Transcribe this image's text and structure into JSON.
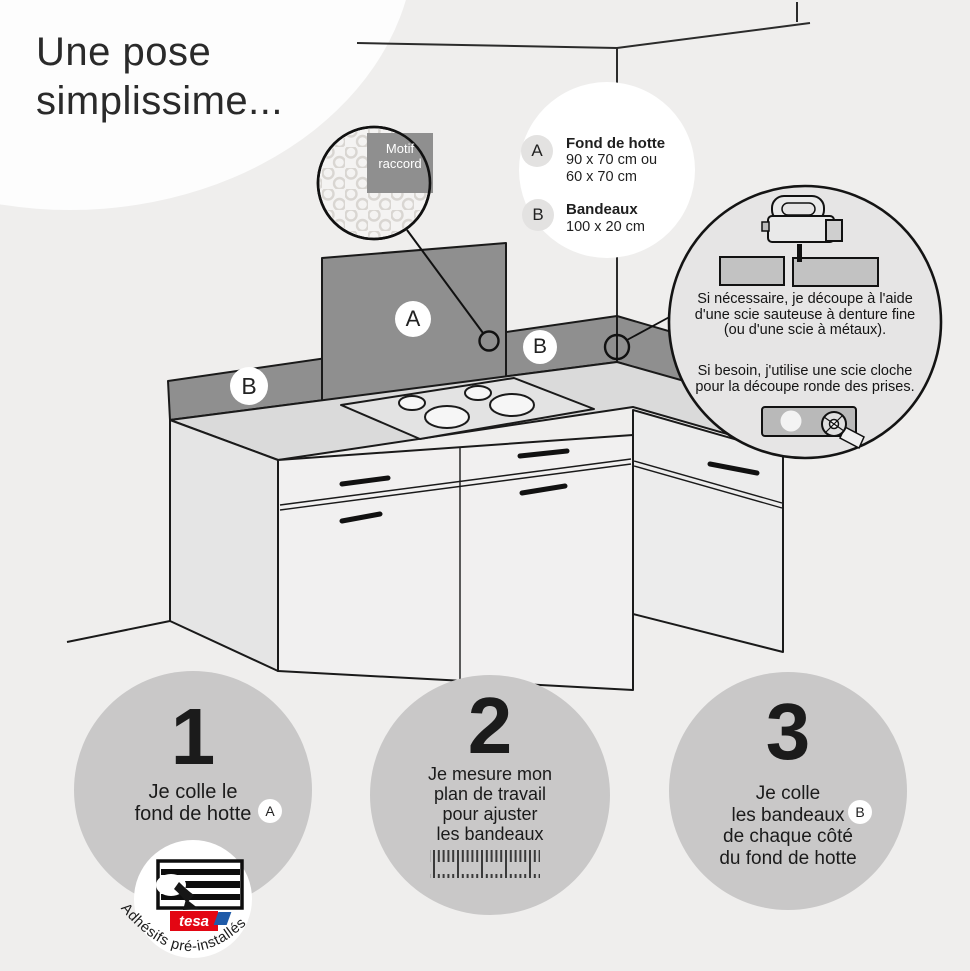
{
  "title": "Une pose\nsimplissime...",
  "colors": {
    "panel_gray": "#8f8f8f",
    "step_circle_gray": "#c9c8c8",
    "tip_circle_gray": "#e6e5e5",
    "tesa_red": "#e30613",
    "tesa_blue": "#1e5aa8"
  },
  "magnifier": {
    "label": "Motif\nraccord"
  },
  "legend": {
    "a": {
      "badge": "A",
      "title": "Fond de hotte",
      "dims": "90 x 70 cm ou\n60 x 70 cm"
    },
    "b": {
      "badge": "B",
      "title": "Bandeaux",
      "dims": "100 x 20 cm"
    }
  },
  "kitchen": {
    "badge_a": "A",
    "badge_b_left": "B",
    "badge_b_right": "B"
  },
  "cutting_tip": {
    "paragraph1": "Si nécessaire, je découpe à l'aide\nd'une scie sauteuse à denture fine\n(ou d'une scie à métaux).",
    "paragraph2": "Si besoin, j'utilise une scie cloche\npour la découpe ronde des prises."
  },
  "steps": [
    {
      "number": "1",
      "text": "Je colle le\nfond de hotte",
      "badge": "A"
    },
    {
      "number": "2",
      "text": "Je mesure mon\nplan de travail\npour ajuster\nles bandeaux"
    },
    {
      "number": "3",
      "text": "Je colle\nles bandeaux\nde chaque côté\ndu fond de hotte",
      "badge": "B"
    }
  ],
  "tesa": {
    "logo": "tesa",
    "caption": "Adhésifs pré-installés"
  }
}
